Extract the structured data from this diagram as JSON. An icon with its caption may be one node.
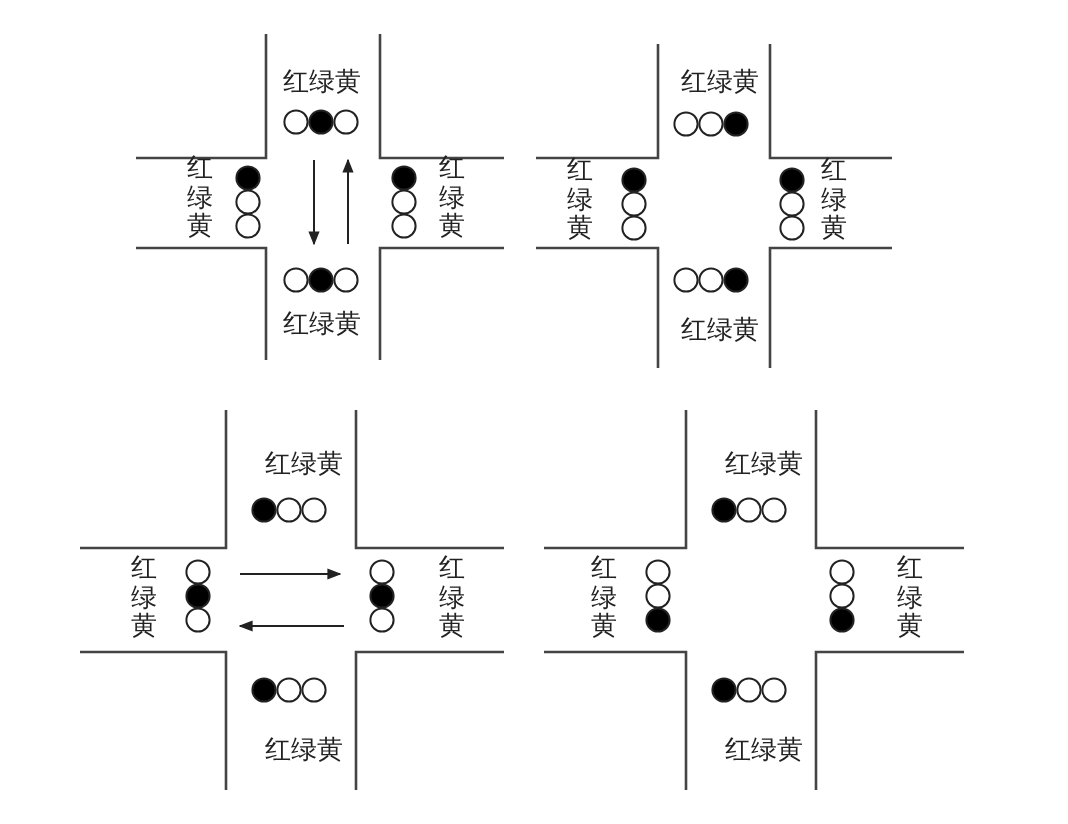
{
  "diagram": {
    "labels": [
      "红绿黄",
      "红绿黄",
      "红绿黄",
      "红绿黄",
      "红绿黄",
      "红绿黄",
      "红绿黄",
      "红绿黄",
      "红绿黄",
      "红绿黄",
      "红绿黄",
      "红绿黄",
      "红绿黄",
      "红绿黄",
      "红绿黄",
      "红绿黄"
    ]
  }
}
